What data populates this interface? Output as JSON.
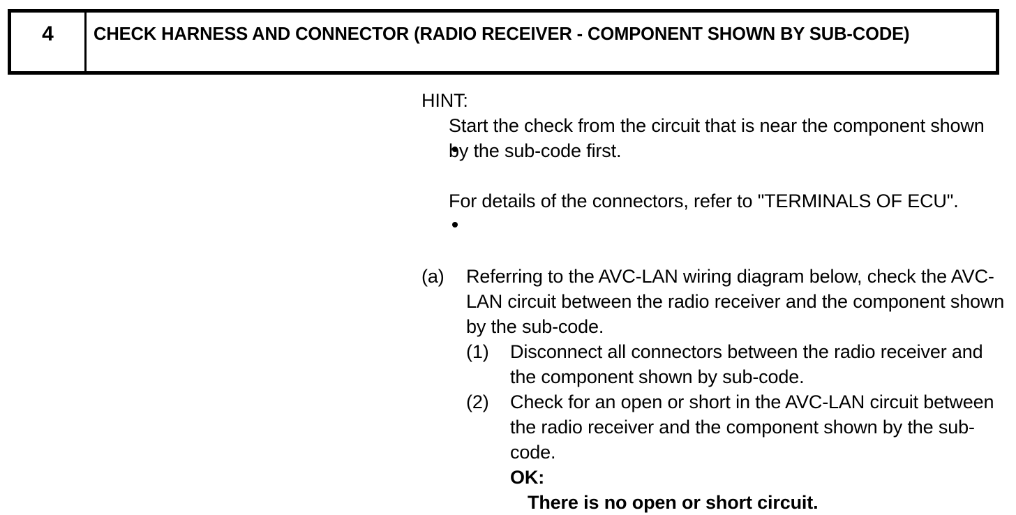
{
  "step_header": {
    "number": "4",
    "title": "CHECK HARNESS AND CONNECTOR (RADIO RECEIVER - COMPONENT SHOWN BY SUB-CODE)"
  },
  "body": {
    "hint_label": "HINT:",
    "hints": [
      {
        "marker": "•",
        "text": "Start the check from the circuit that is near the component shown by the sub-code first."
      },
      {
        "marker": "•",
        "text": "For details of the connectors, refer to \"TERMINALS OF ECU\"."
      }
    ],
    "steps": [
      {
        "marker": "(a)",
        "text": "Referring to the AVC-LAN wiring diagram below, check the AVC-LAN circuit between the radio receiver and the component shown by the sub-code.",
        "substeps": [
          {
            "marker": "(1)",
            "text": "Disconnect all connectors between the radio receiver and the component shown by sub-code."
          },
          {
            "marker": "(2)",
            "text": "Check for an open or short in the AVC-LAN circuit between the radio receiver and the component shown by the sub-code.",
            "result_label": "OK:",
            "result_text": "There is no open or short circuit."
          }
        ]
      }
    ]
  },
  "colors": {
    "text": "#000000",
    "background": "#ffffff",
    "border": "#000000"
  }
}
